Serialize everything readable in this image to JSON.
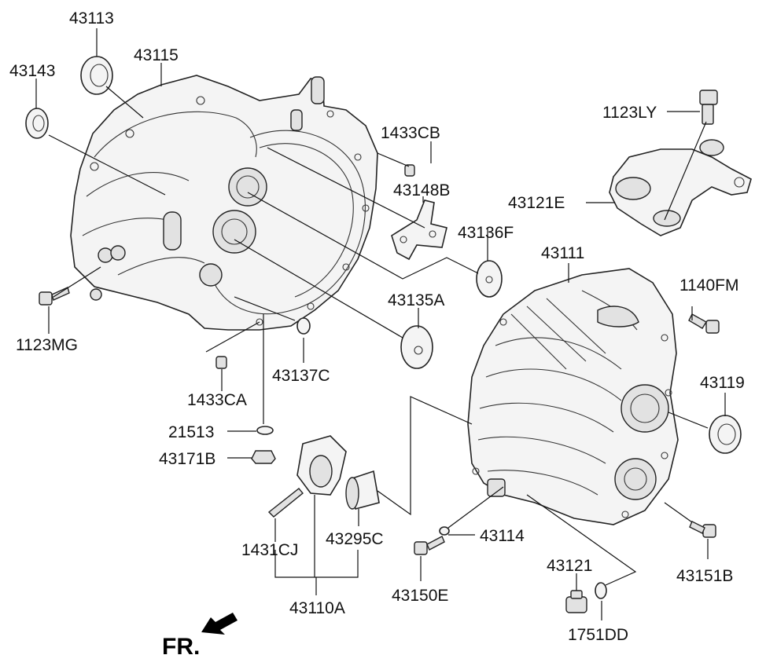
{
  "labels": {
    "p43113": "43113",
    "p43115": "43115",
    "p43143": "43143",
    "p1433CB": "1433CB",
    "p43148B": "43148B",
    "p1123LY": "1123LY",
    "p43121E": "43121E",
    "p43136F": "43136F",
    "p43111": "43111",
    "p1140FM": "1140FM",
    "p43135A": "43135A",
    "p1123MG": "1123MG",
    "p43137C": "43137C",
    "p43119": "43119",
    "p1433CA": "1433CA",
    "p21513": "21513",
    "p43171B": "43171B",
    "p43114": "43114",
    "p1431CJ": "1431CJ",
    "p43295C": "43295C",
    "p43150E": "43150E",
    "p43151B": "43151B",
    "p43121": "43121",
    "p43110A": "43110A",
    "p1751DD": "1751DD",
    "fr": "FR."
  }
}
